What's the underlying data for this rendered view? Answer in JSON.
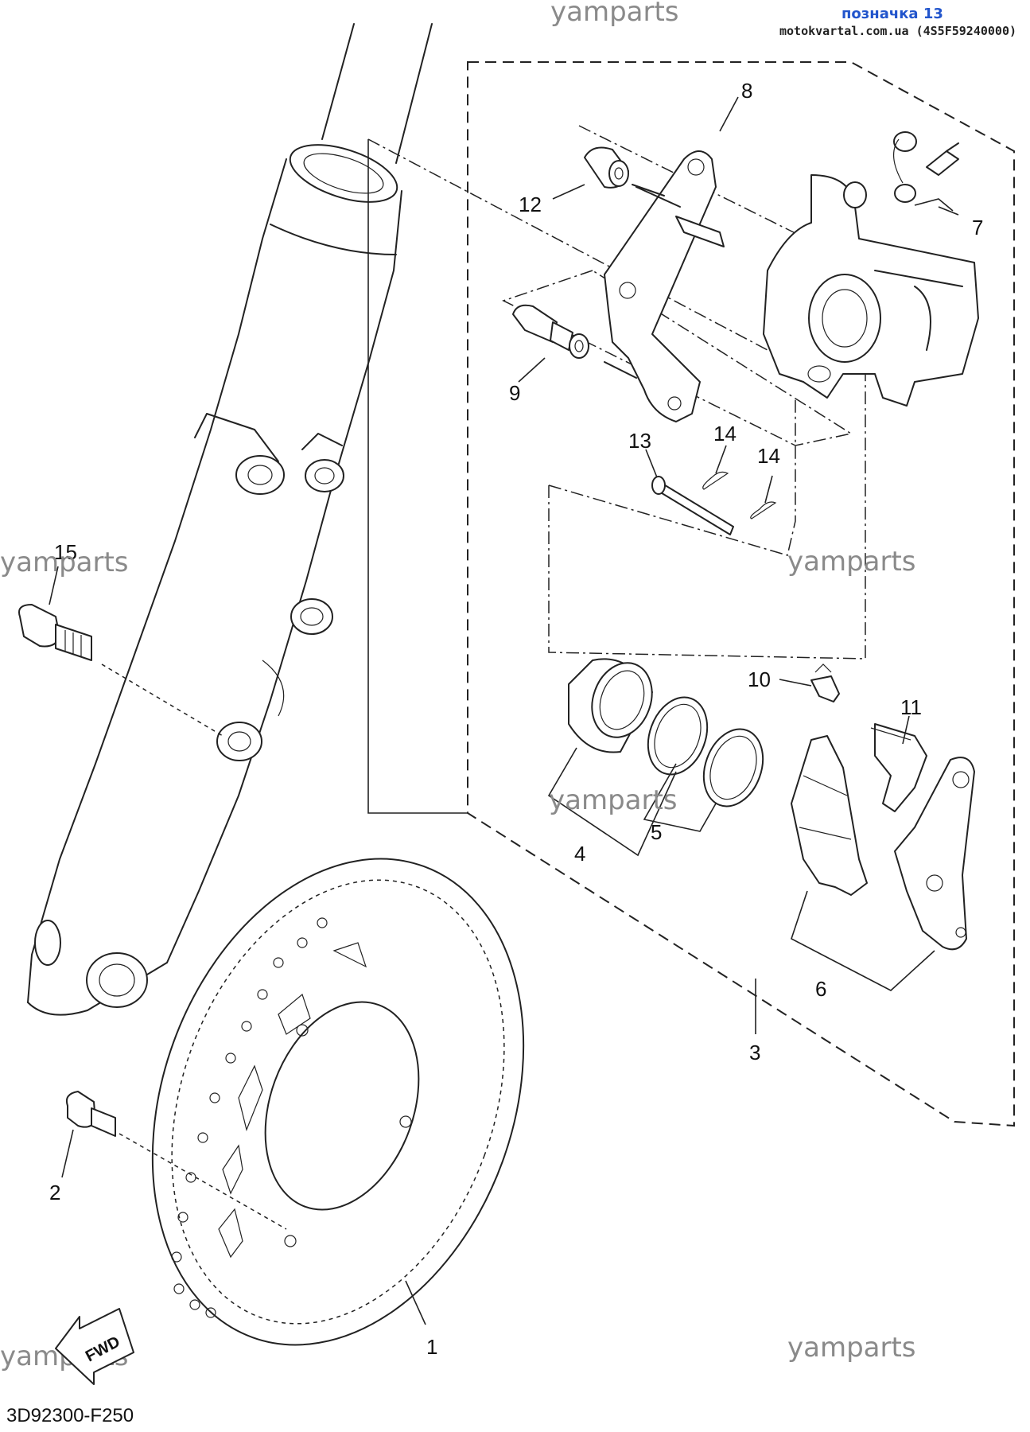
{
  "header": {
    "watermark_top": "yamparts",
    "label_blue": "позначка 13",
    "label_source": "motokvartal.com.ua (4S5F59240000)"
  },
  "watermarks": [
    "yamparts",
    "yamparts",
    "yamparts",
    "yamparts",
    "yamparts"
  ],
  "callouts": [
    "1",
    "2",
    "3",
    "4",
    "5",
    "6",
    "7",
    "8",
    "9",
    "10",
    "11",
    "12",
    "13",
    "14",
    "14",
    "15"
  ],
  "diagram_code": "3D92300-F250",
  "fwd_label": "FWD"
}
